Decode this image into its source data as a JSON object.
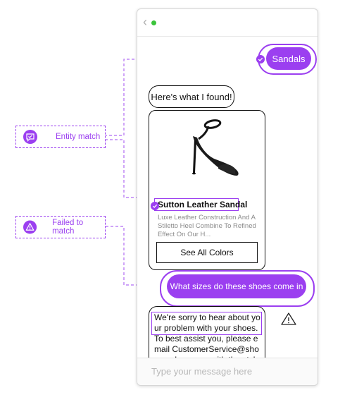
{
  "legends": {
    "entity_match": "Entity match",
    "failed_match": "Failed to match"
  },
  "chat": {
    "user_msg_1": "Sandals",
    "bot_msg_1": "Here's what I found!",
    "product": {
      "title": "Sutton Leather Sandal",
      "description": "Luxe Leather Construction And A Stiletto Heel Combine To Refined Effect On Our H...",
      "button_label": "See All Colors"
    },
    "user_msg_2": "What sizes do these shoes come in",
    "bot_msg_2": "We're sorry to hear about your problem with your shoes. To best assist you, please email CustomerService@shoesmak co.com with the style"
  },
  "input": {
    "placeholder": "Type your message here"
  },
  "colors": {
    "accent": "#9b3ff0",
    "online": "#3ac43a"
  },
  "icons": [
    "chat-check-icon",
    "warning-icon",
    "back-chevron-icon",
    "check-badge-icon"
  ]
}
